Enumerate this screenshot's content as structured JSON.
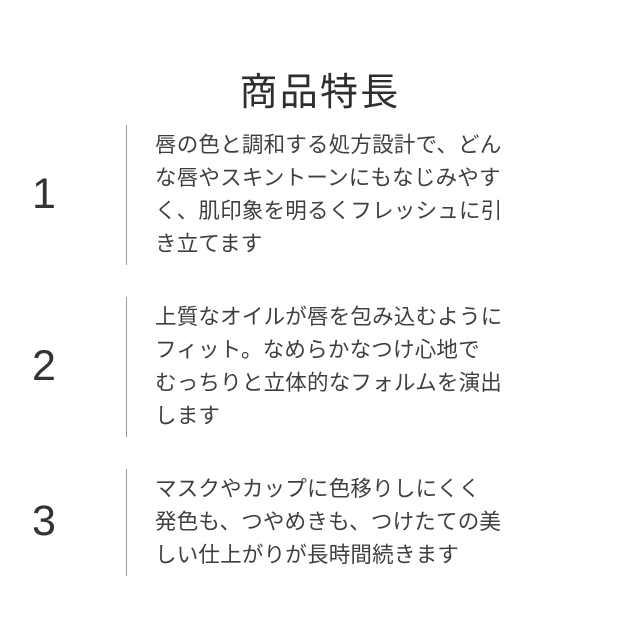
{
  "page": {
    "background_color": "#ffffff",
    "text_color": "#3f3f3f",
    "heading_color": "#2e2e2e",
    "divider_color": "#9a9a9a",
    "number_color": "#333333"
  },
  "header": {
    "title": "商品特長"
  },
  "features": [
    {
      "number": "1",
      "lines": [
        "唇の色と調和する処方設計で、どん",
        "な唇やスキントーンにもなじみやす",
        "く、肌印象を明るくフレッシュに引",
        "き立てます"
      ],
      "text": "唇の色と調和する処方設計で、どんな唇やスキントーンにもなじみやすく、肌印象を明るくフレッシュに引き立てます"
    },
    {
      "number": "2",
      "lines": [
        "上質なオイルが唇を包み込むように",
        "フィット。なめらかなつけ心地で",
        "むっちりと立体的なフォルムを演出",
        "します"
      ],
      "text": "上質なオイルが唇を包み込むようにフィット。なめらかなつけ心地でむっちりと立体的なフォルムを演出します"
    },
    {
      "number": "3",
      "lines": [
        "マスクやカップに色移りしにくく",
        "発色も、つやめきも、つけたての美",
        "しい仕上がりが長時間続きます"
      ],
      "text": "マスクやカップに色移りしにくく発色も、つやめきも、つけたての美しい仕上がりが長時間続きます"
    }
  ]
}
